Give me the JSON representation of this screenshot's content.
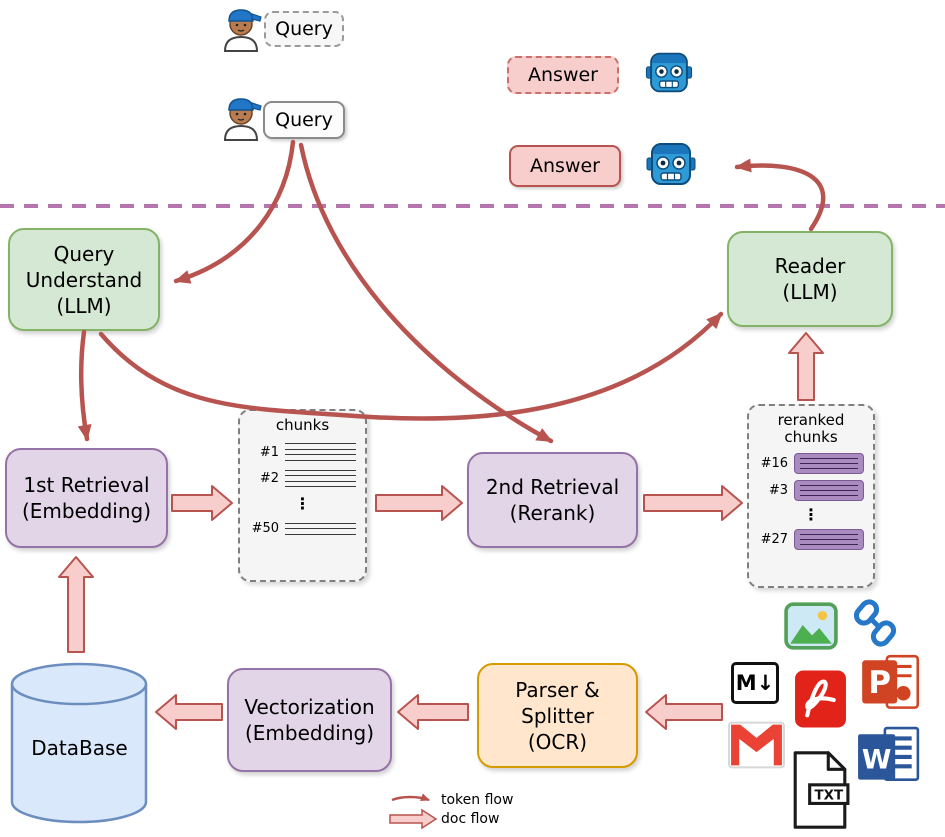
{
  "diagram": {
    "user_flow": {
      "query_draft": "Query",
      "query": "Query",
      "answer_draft": "Answer",
      "answer": "Answer"
    },
    "nodes": {
      "query_understand": "Query\nUnderstand\n(LLM)",
      "reader": "Reader\n(LLM)",
      "first_retrieval": "1st Retrieval\n(Embedding)",
      "second_retrieval": "2nd Retrieval\n(Rerank)",
      "vectorization": "Vectorization\n(Embedding)",
      "parser_splitter": "Parser &\nSplitter\n(OCR)",
      "database": "DataBase"
    },
    "chunks_panel": {
      "title": "chunks",
      "items": [
        "#1",
        "#2",
        "#50"
      ],
      "ellipsis": "⋮"
    },
    "reranked_panel": {
      "title": "reranked\nchunks",
      "items": [
        "#16",
        "#3",
        "#27"
      ],
      "ellipsis": "⋮"
    },
    "legend": {
      "token_flow": "token flow",
      "doc_flow": "doc flow"
    },
    "icons": {
      "markdown": "M↓",
      "txt": "TXT",
      "powerpoint_letter": "P",
      "word_letter": "W"
    },
    "colors": {
      "node_green": "#d5e8d4",
      "node_green_border": "#82b366",
      "node_purple": "#e1d5e7",
      "node_purple_border": "#9673a6",
      "node_orange": "#ffe6cc",
      "node_orange_border": "#d79b00",
      "database_blue": "#dae8fc",
      "database_blue_border": "#6c8ebf",
      "flow_arrow_red": "#b85450",
      "doc_arrow_fill": "#f8cecc",
      "divider_purple": "#b576ad",
      "rerank_highlight": "#a98bc0"
    }
  }
}
